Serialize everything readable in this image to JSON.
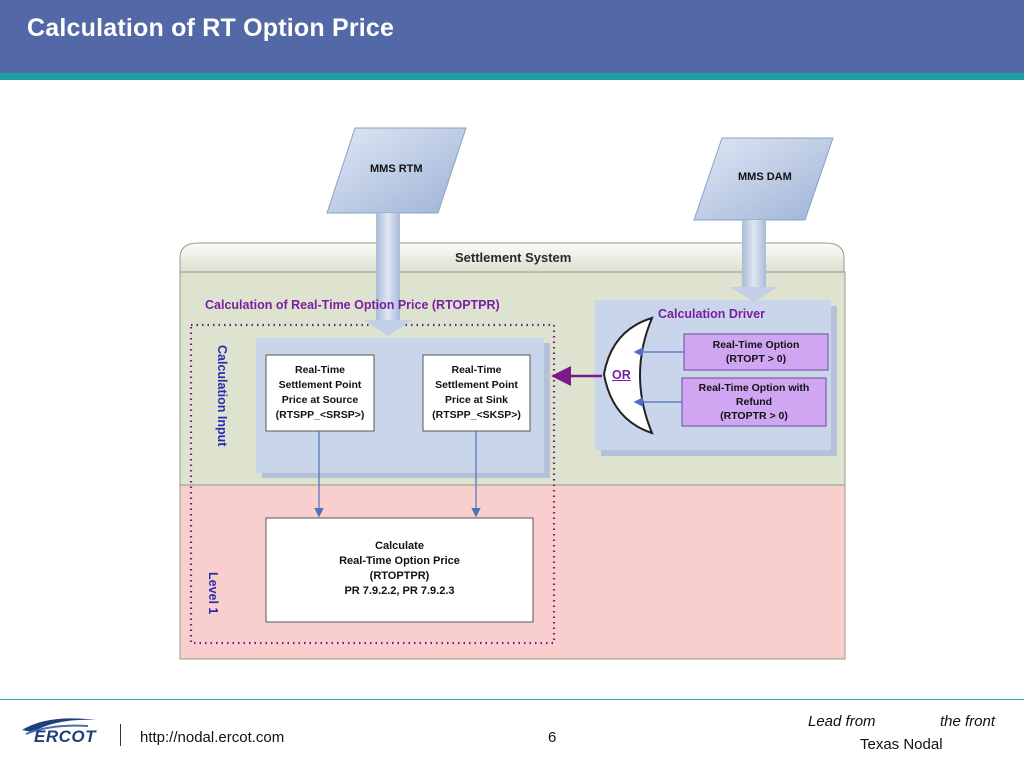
{
  "header": {
    "title": "Calculation of RT Option Price"
  },
  "diagram": {
    "sources": [
      {
        "label": "MMS RTM"
      },
      {
        "label": "MMS DAM"
      }
    ],
    "settlement_system_label": "Settlement System",
    "calc_section_title": "Calculation of Real-Time Option Price (RTOPTPR)",
    "calculation_input_label": "Calculation Input",
    "level_label": "Level 1",
    "inputs": [
      {
        "lines": [
          "Real-Time",
          "Settlement Point",
          "Price at Source",
          "(RTSPP_<SRSP>)"
        ]
      },
      {
        "lines": [
          "Real-Time",
          "Settlement Point",
          "Price at Sink",
          "(RTSPP_<SKSP>)"
        ]
      }
    ],
    "calculate_box": {
      "lines": [
        "Calculate",
        "Real-Time Option Price",
        "(RTOPTPR)",
        "PR 7.9.2.2, PR 7.9.2.3"
      ]
    },
    "driver": {
      "title": "Calculation Driver",
      "gate_label": "OR",
      "items": [
        {
          "lines": [
            "Real-Time Option",
            "(RTOPT > 0)"
          ]
        },
        {
          "lines": [
            "Real-Time Option with",
            "Refund",
            "(RTOPTR > 0)"
          ]
        }
      ]
    }
  },
  "footer": {
    "logo_text": "ERCOT",
    "url": "http://nodal.ercot.com",
    "page_number": "6",
    "tagline_part1": "Lead from",
    "tagline_part2": "the front",
    "tagline_org": "Texas Nodal"
  },
  "colors": {
    "header_bg": "#5368a6",
    "header_stripe": "#1b9fa3",
    "section_green": "#dde3cf",
    "section_pink": "#f9cfcd",
    "input_panel": "#c8d5ea",
    "driver_item": "#d0a6f2",
    "title_purple": "#7a1fa0",
    "label_blue": "#2b2bb0"
  }
}
